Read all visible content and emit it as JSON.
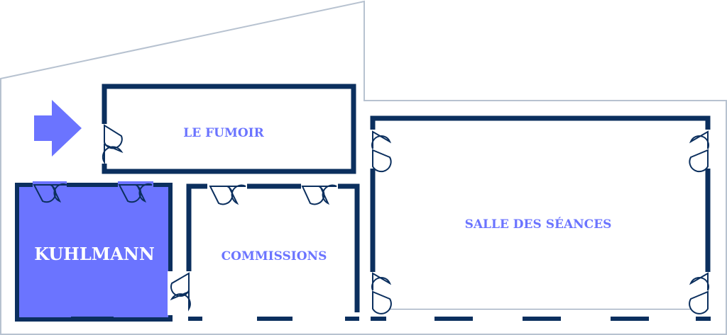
{
  "colors": {
    "outline": "#b7c2d0",
    "wall": "#0b2f5e",
    "accent": "#6b74ff",
    "highlight_text": "#ffffff"
  },
  "entrance": {
    "icon": "arrow-right-icon"
  },
  "rooms": {
    "fumoir": {
      "label": "LE FUMOIR",
      "highlighted": false
    },
    "kuhlmann": {
      "label": "KUHLMANN",
      "highlighted": true
    },
    "commissions": {
      "label": "COMMISSIONS",
      "highlighted": false
    },
    "seances": {
      "label": "SALLE DES SÉANCES",
      "highlighted": false
    }
  }
}
